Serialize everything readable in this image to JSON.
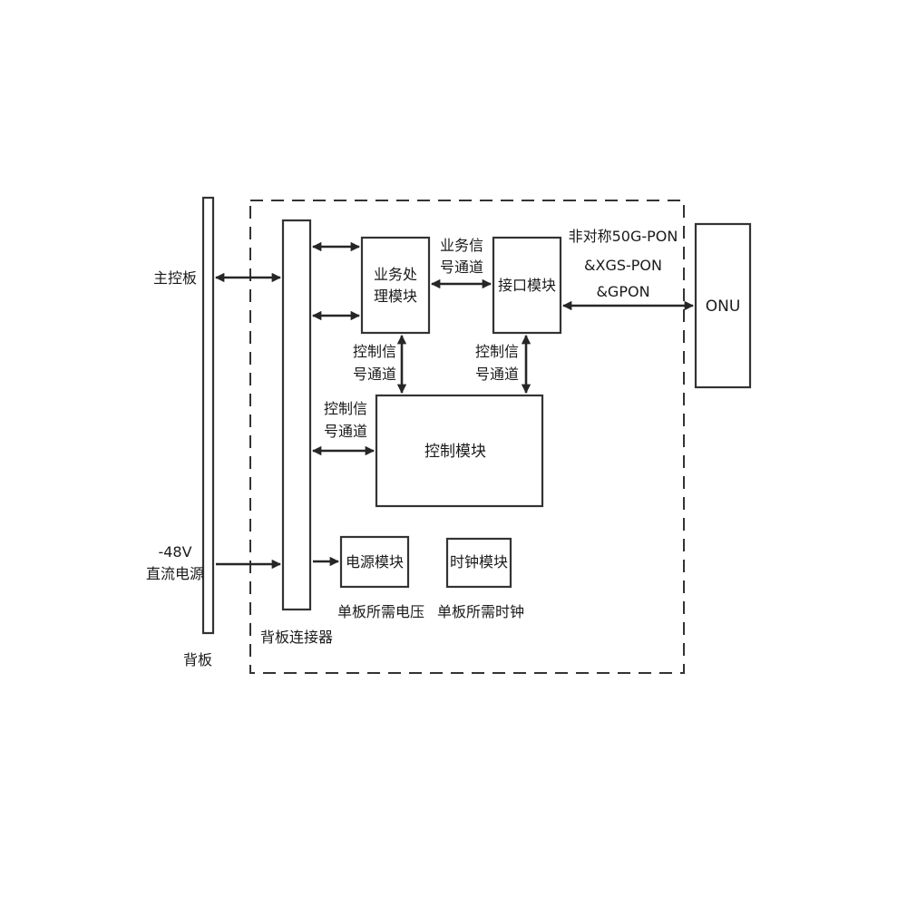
{
  "labels": {
    "main_control_board": "主控板",
    "dc_power_line1": "-48V",
    "dc_power_line2": "直流电源",
    "backplane": "背板",
    "backplane_connector": "背板连接器",
    "service_processing_line1": "业务处",
    "service_processing_line2": "理模块",
    "service_channel_line1": "业务信",
    "service_channel_line2": "号通道",
    "interface_module": "接口模块",
    "pon_line1": "非对称50G-PON",
    "pon_line2": "&XGS-PON",
    "pon_line3": "&GPON",
    "onu": "ONU",
    "control_channel_left_line1": "控制信",
    "control_channel_left_line2": "号通道",
    "control_channel_right_line1": "控制信",
    "control_channel_right_line2": "号通道",
    "control_channel_backplane_line1": "控制信",
    "control_channel_backplane_line2": "号通道",
    "control_module": "控制模块",
    "power_module": "电源模块",
    "clock_module": "时钟模块",
    "board_voltage": "单板所需电压",
    "board_clock": "单板所需时钟"
  },
  "colors": {
    "line": "#333333",
    "text": "#1a1a1a",
    "background": "#ffffff"
  }
}
